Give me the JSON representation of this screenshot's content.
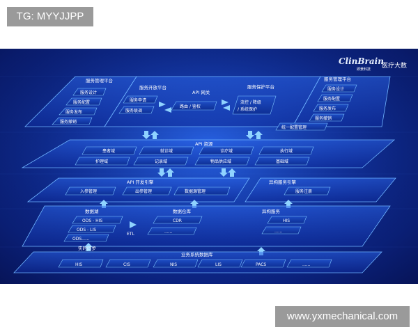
{
  "watermark_tag": "TG: MYYJJPP",
  "footer_url": "www.yxmechanical.com",
  "brand": {
    "logo": "ClinBrain",
    "logo_sub": "即景科技",
    "logo_right": "医疗大数"
  },
  "layer1": {
    "left": {
      "title": "服务管理平台",
      "items": [
        "服务设计",
        "服务配置",
        "服务发布",
        "服务撤销"
      ]
    },
    "open": {
      "title": "服务开放平台",
      "items": [
        "服务申请",
        "服务联调"
      ]
    },
    "gateway": {
      "title": "API 网关",
      "route": "路由 / 鉴权"
    },
    "protect": {
      "title": "服务保护平台",
      "line1": "流控 / 降级",
      "line2": "/ 系统保护"
    },
    "right": {
      "title": "服务管理平台",
      "items": [
        "服务设计",
        "服务配置",
        "服务发布",
        "服务撤销",
        "统一配置管理"
      ]
    }
  },
  "layer2": {
    "title": "API 资源",
    "row1": [
      "患者域",
      "就诊域",
      "诊疗域",
      "执行域"
    ],
    "row2": [
      "护理域",
      "记录域",
      "物品供应域",
      "基础域"
    ]
  },
  "layer3": {
    "left": {
      "title": "API 开发引擎",
      "items": [
        "入参管理",
        "出参管理",
        "数据源管理"
      ]
    },
    "right": {
      "title": "异构服务引擎",
      "items": [
        "服务注册"
      ]
    }
  },
  "layer4": {
    "lake": {
      "title": "数据湖",
      "items": [
        "ODS - HIS",
        "ODS - LIS",
        "ODS......"
      ]
    },
    "etl": "ETL",
    "warehouse": {
      "title": "数据仓库",
      "items": [
        "CDR",
        "......"
      ]
    },
    "hetero": {
      "title": "异构服务",
      "items": [
        "HIS",
        "......"
      ]
    }
  },
  "layer5": {
    "sync": "实时同步",
    "title": "业务系统数据库",
    "items": [
      "HIS",
      "CIS",
      "NIS",
      "LIS",
      "PACS",
      "......"
    ]
  },
  "colors": {
    "background_dark": "#071458",
    "background_mid": "#1b4fd6",
    "plane_edge": "#6fb4ff",
    "box_fill": "#123aa8",
    "box_edge": "#7cc4ff",
    "arrow": "#8fd3ff",
    "title_accent": "#9fe0ff"
  }
}
